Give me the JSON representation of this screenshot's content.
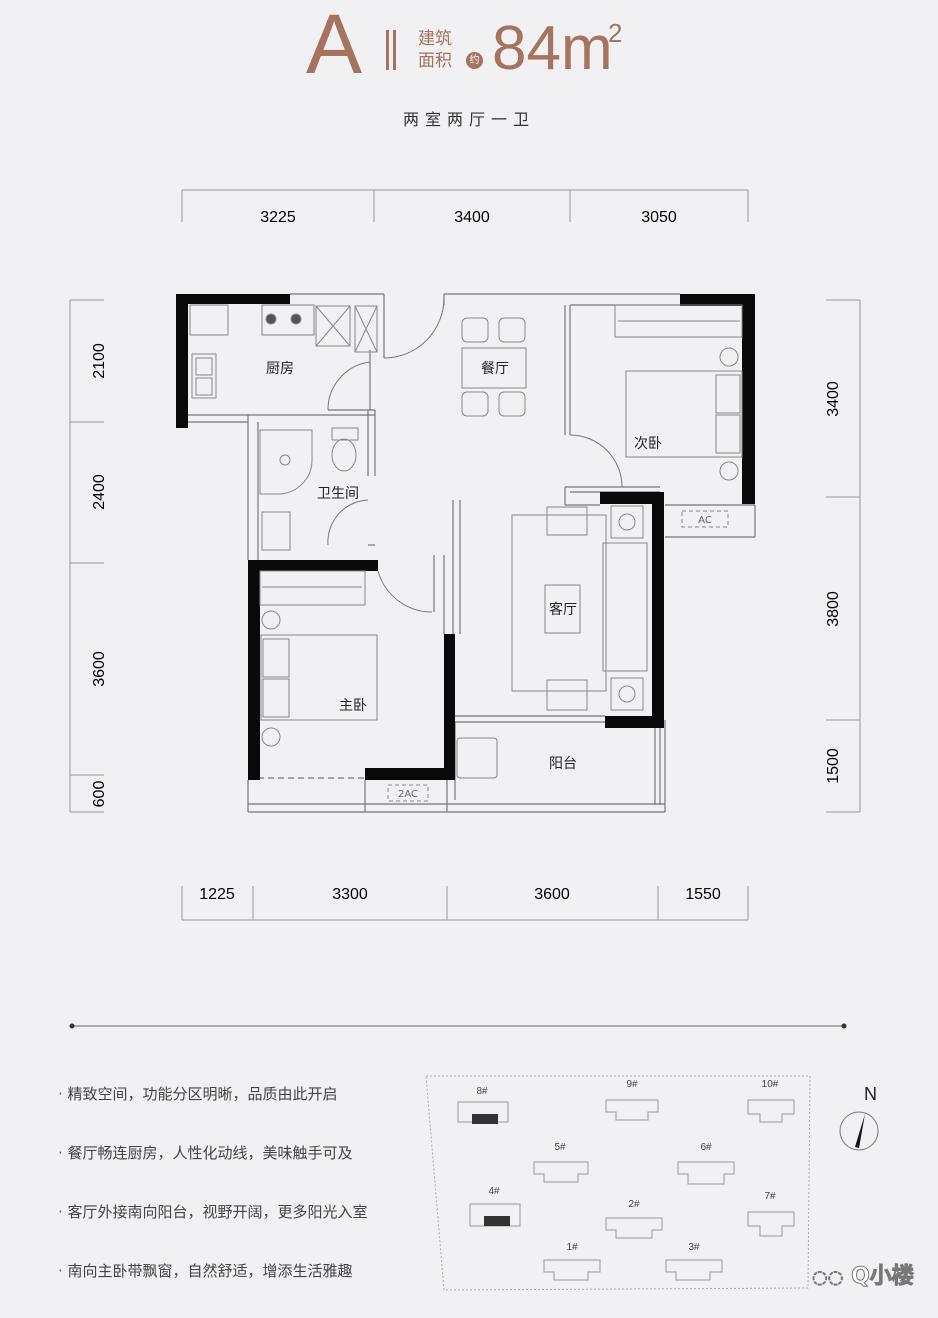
{
  "header": {
    "unit_type": "A",
    "unit_roman": "II",
    "area_label_line1": "建筑",
    "area_label_line2": "面积",
    "approx_badge": "约",
    "area_value": "84m",
    "area_sup": "2",
    "layout": "两室两厅一卫",
    "accent_color": "#a5735e"
  },
  "dimensions": {
    "top": [
      "3225",
      "3400",
      "3050"
    ],
    "bottom": [
      "1225",
      "3300",
      "3600",
      "1550"
    ],
    "left": [
      "2100",
      "2400",
      "3600",
      "600"
    ],
    "right": [
      "3400",
      "3800",
      "1500"
    ]
  },
  "rooms": {
    "kitchen": "厨房",
    "dining": "餐厅",
    "second_bedroom": "次卧",
    "bathroom": "卫生间",
    "living": "客厅",
    "master_bedroom": "主卧",
    "balcony": "阳台",
    "ac1": "AC",
    "ac2": "2AC"
  },
  "features": [
    "精致空间，功能分区明晰，品质由此开启",
    "餐厅畅连厨房，人性化动线，美味触手可及",
    "客厅外接南向阳台，视野开阔，更多阳光入室",
    "南向主卧带飘窗，自然舒适，增添生活雅趣"
  ],
  "site_plan": {
    "buildings": [
      {
        "label": "8#",
        "highlighted": true
      },
      {
        "label": "9#",
        "highlighted": false
      },
      {
        "label": "10#",
        "highlighted": false
      },
      {
        "label": "5#",
        "highlighted": false
      },
      {
        "label": "6#",
        "highlighted": false
      },
      {
        "label": "4#",
        "highlighted": true
      },
      {
        "label": "2#",
        "highlighted": false
      },
      {
        "label": "7#",
        "highlighted": false
      },
      {
        "label": "1#",
        "highlighted": false
      },
      {
        "label": "3#",
        "highlighted": false
      }
    ],
    "compass": "N"
  },
  "watermark": "Q小楼"
}
